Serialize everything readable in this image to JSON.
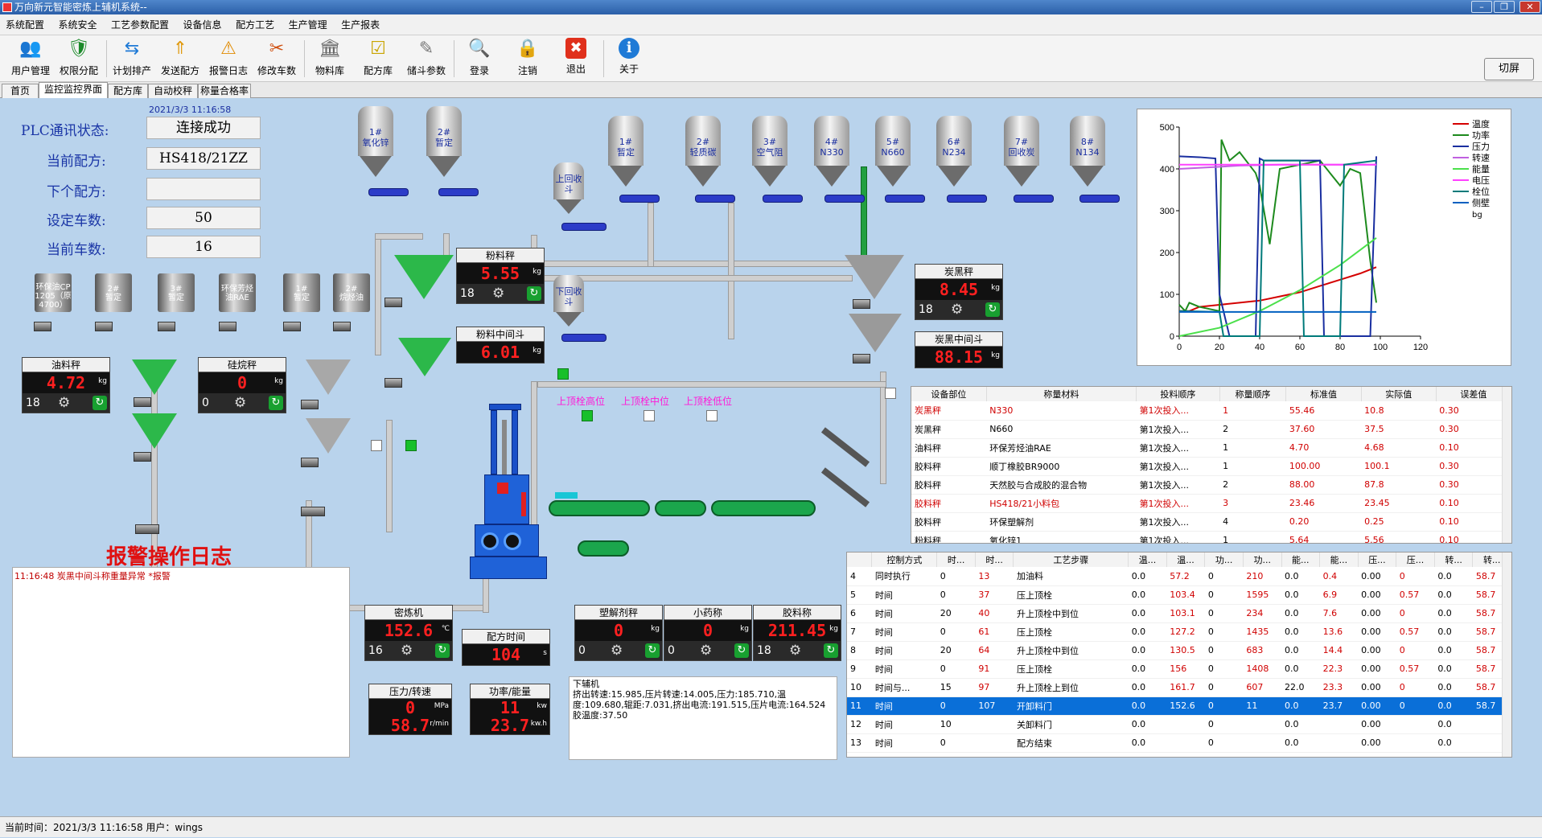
{
  "window": {
    "title": "万向新元智能密炼上辅机系统--",
    "minimize": "–",
    "restore": "❐",
    "close": "✕"
  },
  "menu": [
    "系统配置",
    "系统安全",
    "工艺参数配置",
    "设备信息",
    "配方工艺",
    "生产管理",
    "生产报表"
  ],
  "toolbar": [
    {
      "label": "用户管理",
      "icon": "users-icon",
      "glyph": "👥"
    },
    {
      "label": "权限分配",
      "icon": "shield-icon",
      "glyph": "🛡"
    },
    {
      "label": "计划排产",
      "icon": "schedule-icon",
      "glyph": "⇆"
    },
    {
      "label": "发送配方",
      "icon": "send-icon",
      "glyph": "⇑"
    },
    {
      "label": "报警日志",
      "icon": "warning-icon",
      "glyph": "⚠"
    },
    {
      "label": "修改车数",
      "icon": "tools-icon",
      "glyph": "✂"
    },
    {
      "label": "物料库",
      "icon": "bank-icon",
      "glyph": "🏛"
    },
    {
      "label": "配方库",
      "icon": "checklist-icon",
      "glyph": "☑"
    },
    {
      "label": "储斗参数",
      "icon": "edit-icon",
      "glyph": "✎"
    },
    {
      "label": "登录",
      "icon": "search-icon",
      "glyph": "🔍"
    },
    {
      "label": "注销",
      "icon": "lock-icon",
      "glyph": "🔒"
    },
    {
      "label": "退出",
      "icon": "exit-icon",
      "glyph": "✖"
    },
    {
      "label": "关于",
      "icon": "info-icon",
      "glyph": "ℹ"
    }
  ],
  "cut_button": "切屏",
  "tabs": [
    "首页",
    "监控监控界面",
    "配方库",
    "自动校秤",
    "称量合格率"
  ],
  "panel": {
    "timestamp": "2021/3/3 11:16:58",
    "plc_label": "PLC通讯状态:",
    "plc_value": "连接成功",
    "recipe_label": "当前配方:",
    "recipe_value": "HS418/21ZZ",
    "next_label": "下个配方:",
    "next_value": "",
    "set_label": "设定车数:",
    "set_value": "50",
    "cur_label": "当前车数:",
    "cur_value": "16"
  },
  "silos": [
    {
      "name": "1#\n氧化锌"
    },
    {
      "name": "2#\n暂定"
    },
    {
      "name": "1#\n暂定"
    },
    {
      "name": "2#\n轻质碳"
    },
    {
      "name": "3#\n空气阻"
    },
    {
      "name": "4#\nN330"
    },
    {
      "name": "5#\nN660"
    },
    {
      "name": "6#\nN234"
    },
    {
      "name": "7#\n回收炭"
    },
    {
      "name": "8#\nN134"
    }
  ],
  "small_silos": [
    {
      "name": "上回收斗"
    },
    {
      "name": "下回收斗"
    }
  ],
  "tanks": [
    {
      "name": "环保油CP\n1205（原\n4700）"
    },
    {
      "name": "2#\n暂定"
    },
    {
      "name": "3#\n暂定"
    },
    {
      "name": "环保芳烃\n油RAE"
    },
    {
      "name": "1#\n暂定"
    },
    {
      "name": "2#\n烷烃油"
    }
  ],
  "scales": {
    "powder": {
      "title": "粉料秤",
      "value": "5.55",
      "unit": "kg",
      "count": "18"
    },
    "powder_mid": {
      "title": "粉料中间斗",
      "value": "6.01",
      "unit": "kg"
    },
    "carbon": {
      "title": "炭黑秤",
      "value": "8.45",
      "unit": "kg",
      "count": "18"
    },
    "carbon_mid": {
      "title": "炭黑中间斗",
      "value": "88.15",
      "unit": "kg"
    },
    "oil": {
      "title": "油料秤",
      "value": "4.72",
      "unit": "kg",
      "count": "18"
    },
    "silane": {
      "title": "硅烷秤",
      "value": "0",
      "unit": "kg",
      "count": "0"
    },
    "mixer": {
      "title": "密炼机",
      "value": "152.6",
      "unit": "℃",
      "count": "16"
    },
    "recipe_time": {
      "title": "配方时间",
      "value": "104",
      "unit": "s"
    },
    "plast": {
      "title": "塑解剂秤",
      "value": "0",
      "unit": "kg",
      "count": "0"
    },
    "small": {
      "title": "小药称",
      "value": "0",
      "unit": "kg",
      "count": "0"
    },
    "rubber": {
      "title": "胶料称",
      "value": "211.45",
      "unit": "kg",
      "count": "18"
    },
    "press": {
      "title": "压力/转速",
      "value": "0",
      "unit": "MPa",
      "value2": "58.7",
      "unit2": "r/min"
    },
    "power": {
      "title": "功率/能量",
      "value": "11",
      "unit": "kw",
      "value2": "23.7",
      "unit2": "kw.h"
    }
  },
  "ram": {
    "high": "上顶栓高位",
    "mid": "上顶栓中位",
    "low": "上顶栓低位"
  },
  "alarm": {
    "title": "报警操作日志",
    "lines": [
      "11:16:48 炭黑中间斗称重量异常 *报警"
    ]
  },
  "lower_aux": {
    "title": "下辅机",
    "text": "挤出转速:15.985,压片转速:14.005,压力:185.710,温度:109.680,辊距:7.031,挤出电流:191.515,压片电流:164.524胶温度:37.50"
  },
  "colors": {
    "temp": "#d40000",
    "power": "#1d8a1d",
    "pressure": "#1a2fa0",
    "speed": "#c060e0",
    "energy": "#4be04b",
    "voltage": "#ff40ff",
    "position": "#007a7a",
    "sidewall": "#0060c0"
  },
  "chart_data": {
    "type": "line",
    "xlim": [
      0,
      120
    ],
    "ylim": [
      0,
      500
    ],
    "xticks": [
      0,
      20,
      40,
      60,
      80,
      100,
      120
    ],
    "yticks": [
      0,
      100,
      200,
      300,
      400,
      500
    ],
    "legend_position": "top-right",
    "legend": [
      "温度",
      "功率",
      "压力",
      "转速",
      "能量",
      "电压",
      "栓位",
      "侧壁"
    ],
    "legend_extra": "bg",
    "series": [
      {
        "name": "温度",
        "color": "#d40000",
        "x": [
          0,
          5,
          10,
          20,
          30,
          40,
          50,
          60,
          70,
          80,
          90,
          98
        ],
        "y": [
          60,
          60,
          70,
          75,
          80,
          85,
          95,
          105,
          120,
          135,
          150,
          165
        ]
      },
      {
        "name": "功率",
        "color": "#1d8a1d",
        "x": [
          0,
          3,
          5,
          10,
          20,
          21,
          25,
          30,
          38,
          40,
          45,
          50,
          60,
          70,
          75,
          80,
          85,
          90,
          95,
          98
        ],
        "y": [
          75,
          60,
          80,
          70,
          60,
          470,
          420,
          440,
          390,
          360,
          220,
          400,
          410,
          420,
          390,
          360,
          400,
          390,
          180,
          80
        ]
      },
      {
        "name": "压力",
        "color": "#1a2fa0",
        "x": [
          0,
          10,
          18,
          20,
          25,
          38,
          40,
          42,
          70,
          72,
          95,
          98
        ],
        "y": [
          430,
          428,
          425,
          100,
          0,
          0,
          425,
          420,
          420,
          0,
          0,
          430
        ]
      },
      {
        "name": "转速",
        "color": "#c060e0",
        "x": [
          0,
          20,
          30,
          50,
          98
        ],
        "y": [
          400,
          405,
          408,
          410,
          410
        ]
      },
      {
        "name": "能量",
        "color": "#4be04b",
        "x": [
          0,
          20,
          40,
          60,
          80,
          98
        ],
        "y": [
          0,
          20,
          60,
          110,
          170,
          235
        ]
      },
      {
        "name": "电压",
        "color": "#ff40ff",
        "x": [
          0,
          98
        ],
        "y": [
          410,
          410
        ]
      },
      {
        "name": "栓位",
        "color": "#007a7a",
        "x": [
          0,
          20,
          22,
          40,
          42,
          60,
          62,
          80,
          82,
          98
        ],
        "y": [
          60,
          58,
          0,
          0,
          420,
          420,
          0,
          0,
          410,
          420
        ]
      },
      {
        "name": "侧壁",
        "color": "#0060c0",
        "x": [
          0,
          98
        ],
        "y": [
          58,
          58
        ]
      }
    ]
  },
  "weigh_table": {
    "headers": [
      "设备部位",
      "称量材料",
      "投料顺序",
      "称量顺序",
      "标准值",
      "实际值",
      "误差值"
    ],
    "rows": [
      {
        "red": true,
        "c": [
          "炭黑秤",
          "N330",
          "第1次投入...",
          "1",
          "55.46",
          "10.8",
          "0.30"
        ]
      },
      {
        "red": false,
        "c": [
          "炭黑秤",
          "N660",
          "第1次投入...",
          "2",
          "37.60",
          "37.5",
          "0.30"
        ]
      },
      {
        "red": false,
        "c": [
          "油料秤",
          "环保芳烃油RAE",
          "第1次投入...",
          "1",
          "4.70",
          "4.68",
          "0.10"
        ]
      },
      {
        "red": false,
        "c": [
          "胶料秤",
          "顺丁橡胶BR9000",
          "第1次投入...",
          "1",
          "100.00",
          "100.1",
          "0.30"
        ]
      },
      {
        "red": false,
        "c": [
          "胶料秤",
          "天然胶与合成胶的混合物",
          "第1次投入...",
          "2",
          "88.00",
          "87.8",
          "0.30"
        ]
      },
      {
        "red": true,
        "c": [
          "胶料秤",
          "HS418/21小料包",
          "第1次投入...",
          "3",
          "23.46",
          "23.45",
          "0.10"
        ]
      },
      {
        "red": false,
        "c": [
          "胶料秤",
          "环保塑解剂",
          "第1次投入...",
          "4",
          "0.20",
          "0.25",
          "0.10"
        ]
      },
      {
        "red": false,
        "c": [
          "粉料秤",
          "氧化锌1",
          "第1次投入...",
          "1",
          "5.64",
          "5.56",
          "0.10"
        ]
      }
    ]
  },
  "step_table": {
    "headers": [
      "",
      "控制方式",
      "时...",
      "时...",
      "工艺步骤",
      "温...",
      "温...",
      "功...",
      "功...",
      "能...",
      "能...",
      "压...",
      "压...",
      "转...",
      "转..."
    ],
    "rows": [
      {
        "c": [
          "4",
          "同时执行",
          "0",
          "13",
          "加油料",
          "0.0",
          "57.2",
          "0",
          "210",
          "0.0",
          "0.4",
          "0.00",
          "0",
          "0.0",
          "58.7"
        ]
      },
      {
        "c": [
          "5",
          "时间",
          "0",
          "37",
          "压上顶栓",
          "0.0",
          "103.4",
          "0",
          "1595",
          "0.0",
          "6.9",
          "0.00",
          "0.57",
          "0.0",
          "58.7"
        ]
      },
      {
        "c": [
          "6",
          "时间",
          "20",
          "40",
          "升上顶栓中到位",
          "0.0",
          "103.1",
          "0",
          "234",
          "0.0",
          "7.6",
          "0.00",
          "0",
          "0.0",
          "58.7"
        ]
      },
      {
        "c": [
          "7",
          "时间",
          "0",
          "61",
          "压上顶栓",
          "0.0",
          "127.2",
          "0",
          "1435",
          "0.0",
          "13.6",
          "0.00",
          "0.57",
          "0.0",
          "58.7"
        ]
      },
      {
        "c": [
          "8",
          "时间",
          "20",
          "64",
          "升上顶栓中到位",
          "0.0",
          "130.5",
          "0",
          "683",
          "0.0",
          "14.4",
          "0.00",
          "0",
          "0.0",
          "58.7"
        ]
      },
      {
        "c": [
          "9",
          "时间",
          "0",
          "91",
          "压上顶栓",
          "0.0",
          "156",
          "0",
          "1408",
          "0.0",
          "22.3",
          "0.00",
          "0.57",
          "0.0",
          "58.7"
        ]
      },
      {
        "c": [
          "10",
          "时间与...",
          "15",
          "97",
          "升上顶栓上到位",
          "0.0",
          "161.7",
          "0",
          "607",
          "22.0",
          "23.3",
          "0.00",
          "0",
          "0.0",
          "58.7"
        ]
      },
      {
        "c": [
          "11",
          "时间",
          "0",
          "107",
          "开卸料门",
          "0.0",
          "152.6",
          "0",
          "11",
          "0.0",
          "23.7",
          "0.00",
          "0",
          "0.0",
          "58.7"
        ],
        "sel": true
      },
      {
        "c": [
          "12",
          "时间",
          "10",
          "",
          "关卸料门",
          "0.0",
          "",
          "0",
          "",
          "0.0",
          "",
          "0.00",
          "",
          "0.0",
          ""
        ]
      },
      {
        "c": [
          "13",
          "时间",
          "0",
          "",
          "配方结束",
          "0.0",
          "",
          "0",
          "",
          "0.0",
          "",
          "0.00",
          "",
          "0.0",
          ""
        ]
      }
    ]
  },
  "statusbar": "当前时间：2021/3/3 11:16:58    用户：wings"
}
